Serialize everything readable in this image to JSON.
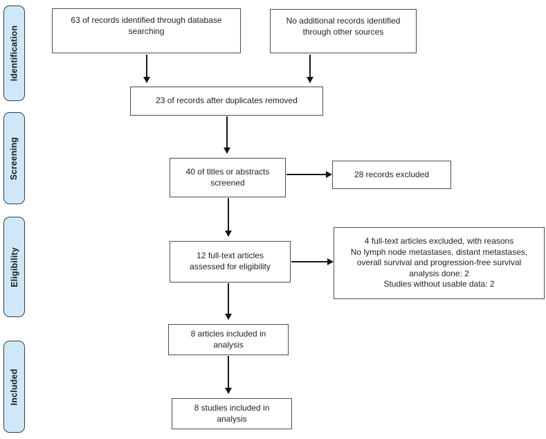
{
  "figure": {
    "kind": "PRISMA flow diagram",
    "background_color": "#ffffff",
    "stage_fill_color": "#cfe8f8",
    "stage_border_color": "#333c44",
    "box_border_color": "#4a4a4a",
    "arrow_color": "#141414"
  },
  "stages": {
    "identification": "Identification",
    "screening": "Screening",
    "eligibility": "Eligibility",
    "included": "Included"
  },
  "nodes": {
    "identified_database": "63 of records identified through database\nsearching",
    "no_additional": "No additional records identified\nthrough other sources",
    "after_duplicates": "23 of records after duplicates removed",
    "screened": "40 of titles or abstracts\nscreened",
    "records_excluded": "28 records excluded",
    "fulltext_assessed": "12 full-text articles\nassessed for eligibility",
    "fulltext_excluded": "4 full-text articles excluded, with reasons\nNo lymph node metastases, distant metastases,\noverall survival and progression-free survival\nanalysis done: 2\nStudies without usable data: 2",
    "articles_included": "8 articles included in\nanalysis",
    "studies_included": "8 studies included in\nanalysis"
  },
  "edges": [
    {
      "from": "identified_database",
      "to": "after_duplicates"
    },
    {
      "from": "no_additional",
      "to": "after_duplicates"
    },
    {
      "from": "after_duplicates",
      "to": "screened"
    },
    {
      "from": "screened",
      "to": "records_excluded"
    },
    {
      "from": "screened",
      "to": "fulltext_assessed"
    },
    {
      "from": "fulltext_assessed",
      "to": "fulltext_excluded"
    },
    {
      "from": "fulltext_assessed",
      "to": "articles_included"
    },
    {
      "from": "articles_included",
      "to": "studies_included"
    }
  ]
}
